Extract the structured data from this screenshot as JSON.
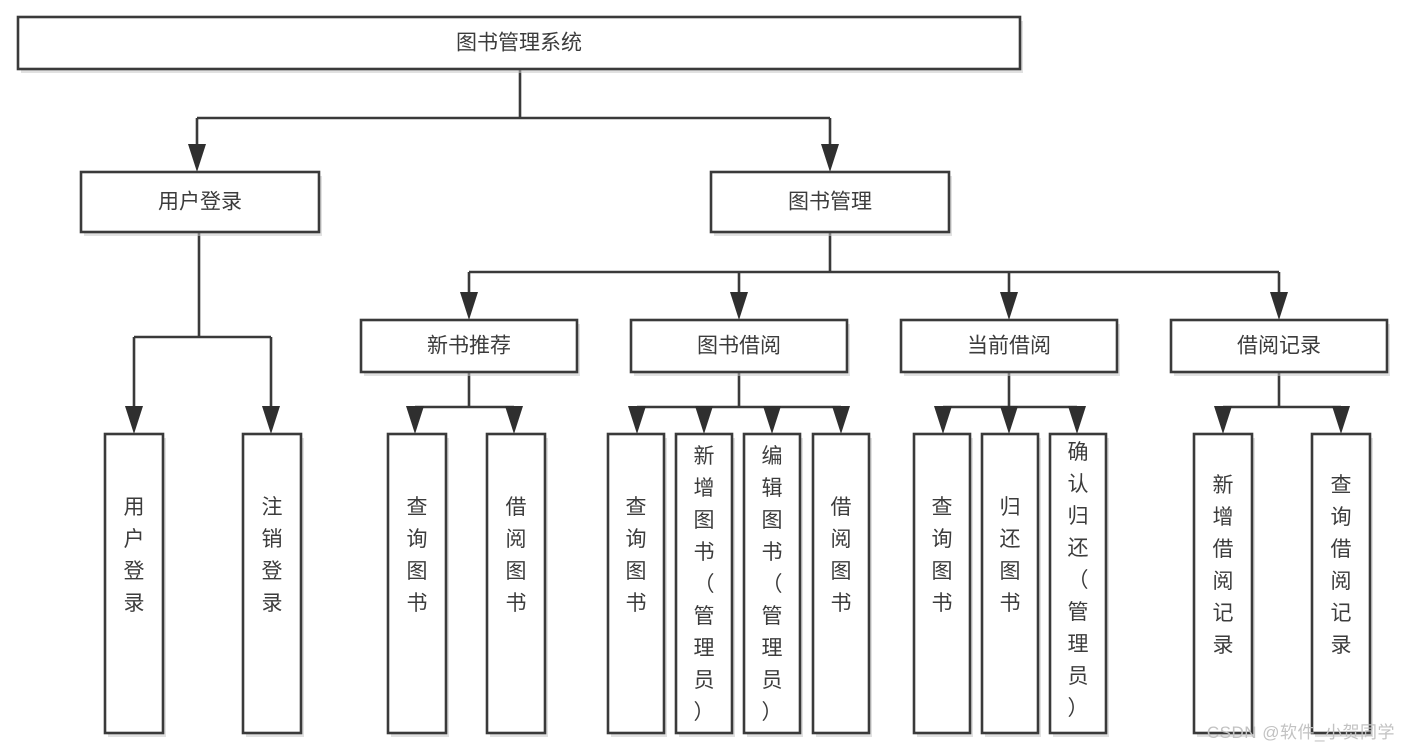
{
  "diagram": {
    "title": "图书管理系统",
    "watermark": "CSDN @软件_小贺同学",
    "colors": {
      "border": "#3a3a3a",
      "text": "#3c3c3c",
      "background": "#ffffff",
      "shadow": "#c9c9c9",
      "watermark": "#c2c2c2"
    },
    "root": {
      "label": "图书管理系统"
    },
    "level2": [
      {
        "label": "用户登录"
      },
      {
        "label": "图书管理"
      }
    ],
    "level3": [
      {
        "label": "新书推荐"
      },
      {
        "label": "图书借阅"
      },
      {
        "label": "当前借阅"
      },
      {
        "label": "借阅记录"
      }
    ],
    "leaves": {
      "user_login": [
        {
          "label": "用户登录"
        },
        {
          "label": "注销登录"
        }
      ],
      "new_book_recommend": [
        {
          "label": "查询图书"
        },
        {
          "label": "借阅图书"
        }
      ],
      "book_borrow": [
        {
          "label": "查询图书"
        },
        {
          "label": "新增图书（管理员）"
        },
        {
          "label": "编辑图书（管理员）"
        },
        {
          "label": "借阅图书"
        }
      ],
      "current_borrow": [
        {
          "label": "查询图书"
        },
        {
          "label": "归还图书"
        },
        {
          "label": "确认归还（管理员）"
        }
      ],
      "borrow_record": [
        {
          "label": "新增借阅记录"
        },
        {
          "label": "查询借阅记录"
        }
      ]
    }
  }
}
